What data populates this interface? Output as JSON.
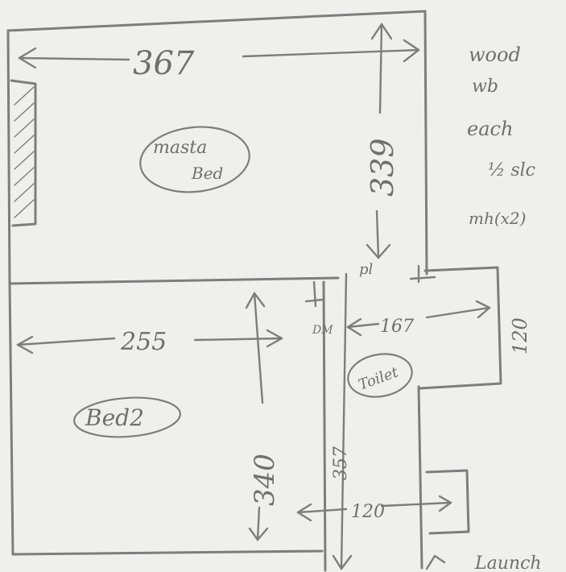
{
  "rooms": {
    "master": {
      "label_line1": "masta",
      "label_line2": "Bed"
    },
    "bed2": {
      "label": "Bed2"
    },
    "toilet": {
      "label": "Toilet"
    }
  },
  "dimensions": {
    "master_width": "367",
    "master_depth": "339",
    "bed2_width": "255",
    "bed2_depth": "340",
    "toilet_width": "167",
    "toilet_depth": "120",
    "corridor_length": "357",
    "corridor_width": "120",
    "plan_mark": "pl",
    "dim_mark": "DM"
  },
  "notes": {
    "line1": "wood",
    "line2": "wb",
    "line3": "each",
    "line4": "½ slc",
    "line5": "mh(x2)",
    "bottom": "Launch"
  },
  "colors": {
    "paper": "#efefed",
    "pencil": "#7d7d7d",
    "text": "#6f6f6f"
  }
}
